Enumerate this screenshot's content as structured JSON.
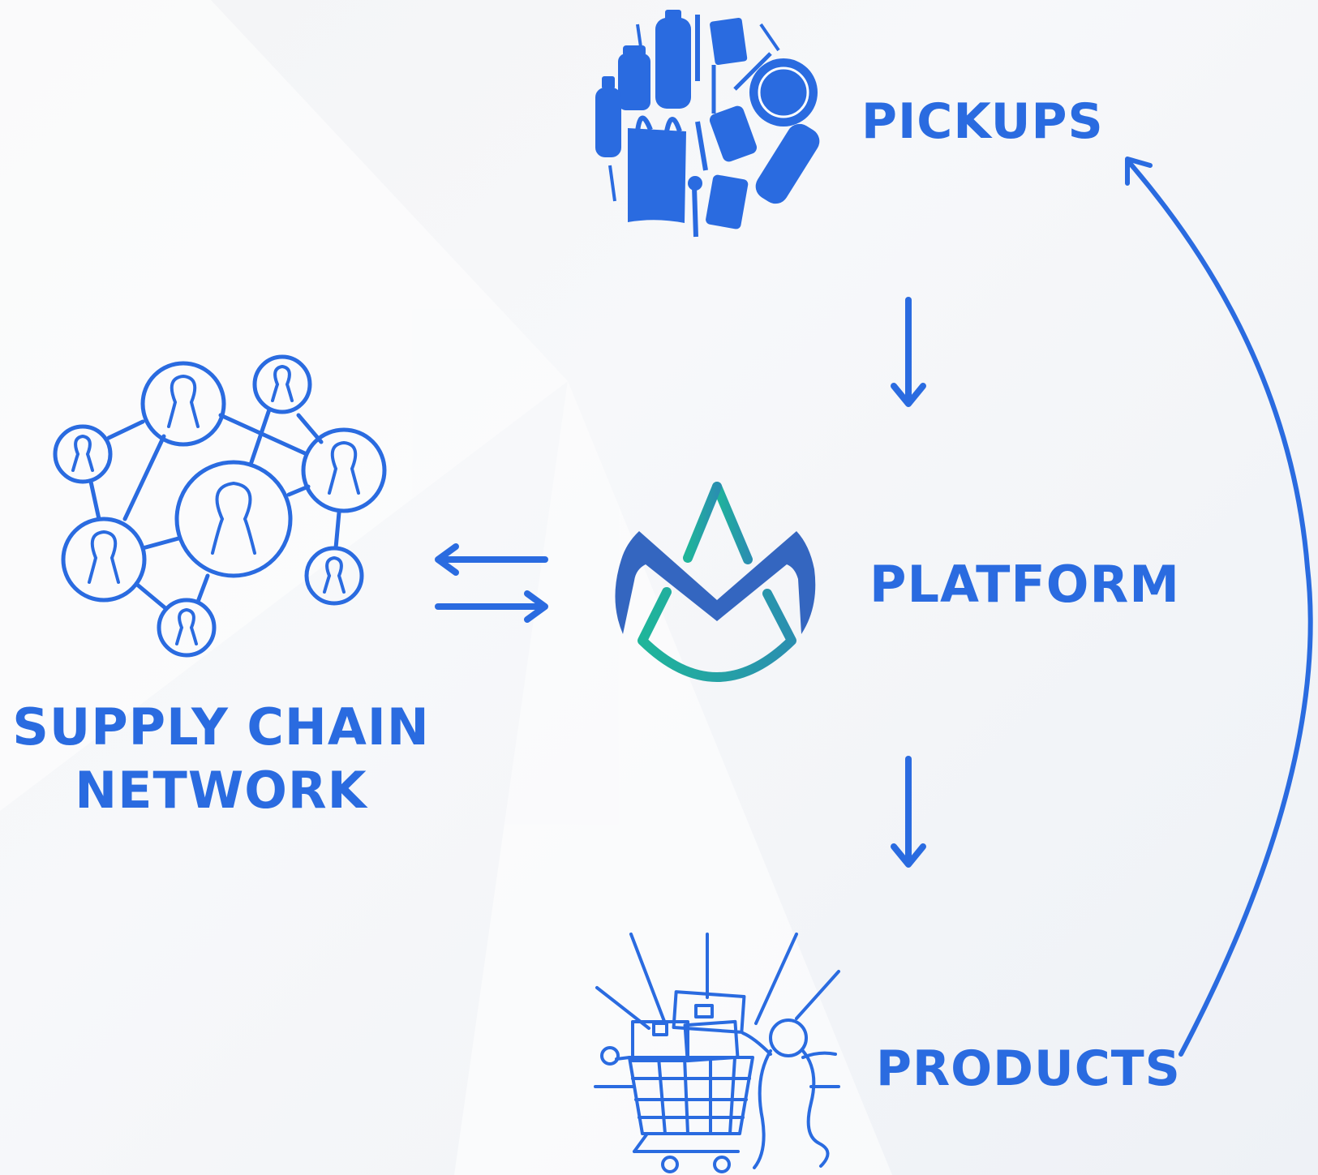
{
  "labels": {
    "pickups": "PICKUPS",
    "platform": "PLATFORM",
    "products": "PRODUCTS",
    "supply_line1": "SUPPLY CHAIN",
    "supply_line2": "NETWORK"
  },
  "icons": {
    "pickups": "plastic-waste-icon",
    "platform": "platform-logo-icon",
    "products": "shopping-cart-icon",
    "network": "people-network-icon"
  },
  "colors": {
    "accent": "#2a6be0",
    "logo_blue": "#3466c0",
    "logo_teal": "#22a597",
    "background": "#f3f4f6"
  }
}
